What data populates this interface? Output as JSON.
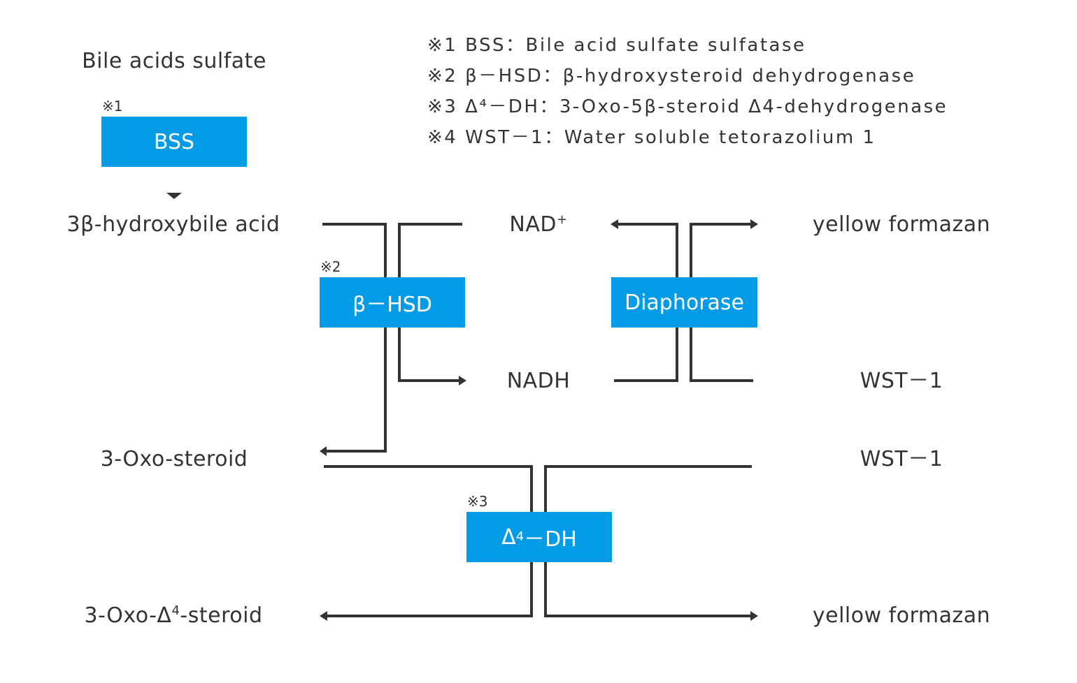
{
  "notes": [
    "※1 BSS：Bile acid sulfate sulfatase",
    "※2 β－HSD：β-hydroxysteroid dehydrogenase",
    "※3 Δ⁴－DH：3-Oxo-5β-steroid Δ4-dehydrogenase",
    "※4 WST－1：Water soluble tetorazolium 1"
  ],
  "labels": {
    "bile_acids_sulfate": "Bile acids sulfate",
    "hydroxybile_acid": "3β-hydroxybile acid",
    "oxo_steroid": "3-Oxo-steroid",
    "oxo_delta_prefix": "3-Oxo-Δ",
    "oxo_delta_sup": "4",
    "oxo_delta_suffix": "-steroid",
    "nad": "NAD",
    "nad_sup": "+",
    "nadh": "NADH",
    "wst1_top": "WST－1",
    "wst1_bottom": "WST－1",
    "formazan_top": "yellow formazan",
    "formazan_bottom": "yellow formazan"
  },
  "enzymes": {
    "bss": {
      "label": "BSS",
      "mark": "※1"
    },
    "bhsd": {
      "label": "β－HSD",
      "mark": "※2"
    },
    "diaphorase": {
      "label": "Diaphorase"
    },
    "d4dh": {
      "prefix": "Δ",
      "sup": "4",
      "suffix": "－DH",
      "mark": "※3"
    }
  },
  "colors": {
    "enzyme_box": "#039BE5",
    "line": "#333333",
    "text": "#333333"
  }
}
